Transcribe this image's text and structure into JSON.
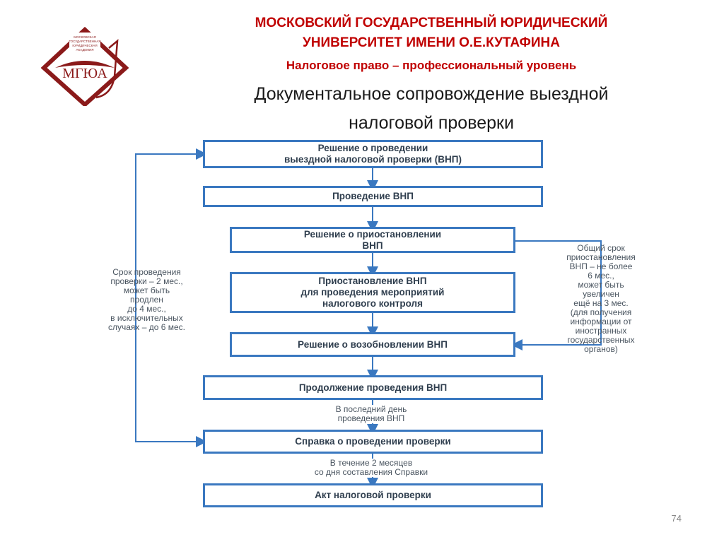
{
  "header": {
    "line1": "МОСКОВСКИЙ ГОСУДАРСТВЕННЫЙ ЮРИДИЧЕСКИЙ",
    "line2": "УНИВЕРСИТЕТ ИМЕНИ О.Е.КУТАФИНА",
    "line3": "Налоговое право – профессиональный уровень"
  },
  "title": {
    "line1": "Документальное сопровождение выездной",
    "line2": "налоговой проверки"
  },
  "logo": {
    "text": "МГЮА",
    "small_text": "МОСКОВСКАЯ ГОСУДАРСТВЕННАЯ ЮРИДИЧЕСКАЯ АКАДЕМИЯ",
    "color": "#8b1a1a"
  },
  "flow": {
    "box1_l1": "Решение о проведении",
    "box1_l2": "выездной налоговой проверки (ВНП)",
    "box2": "Проведение ВНП",
    "box3_l1": "Решение о приостановлении",
    "box3_l2": "ВНП",
    "box4_l1": "Приостановление ВНП",
    "box4_l2": "для проведения мероприятий",
    "box4_l3": "налогового контроля",
    "box5": "Решение о возобновлении ВНП",
    "box6": "Продолжение проведения ВНП",
    "box7": "Справка о проведении проверки",
    "box8": "Акт налоговой проверки"
  },
  "notes": {
    "left": [
      "Срок проведения",
      "проверки – 2 мес.,",
      "может быть",
      "продлен",
      "до 4 мес.,",
      "в исключительных",
      "случаях – до 6 мес."
    ],
    "right": [
      "Общий срок",
      "приостановления",
      "ВНП – не более",
      "6 мес.,",
      "может быть",
      "увеличен",
      "ещё на 3 мес.",
      "(для получения",
      "информации от",
      "иностранных",
      "государственных",
      "органов)"
    ],
    "mid1": [
      "В последний день",
      "проведения ВНП"
    ],
    "mid2": [
      "В течение 2 месяцев",
      "со дня составления Справки"
    ]
  },
  "page_number": "74",
  "colors": {
    "accent": "#c00000",
    "box_border": "#3a78c0",
    "arrow": "#3a78c0"
  }
}
